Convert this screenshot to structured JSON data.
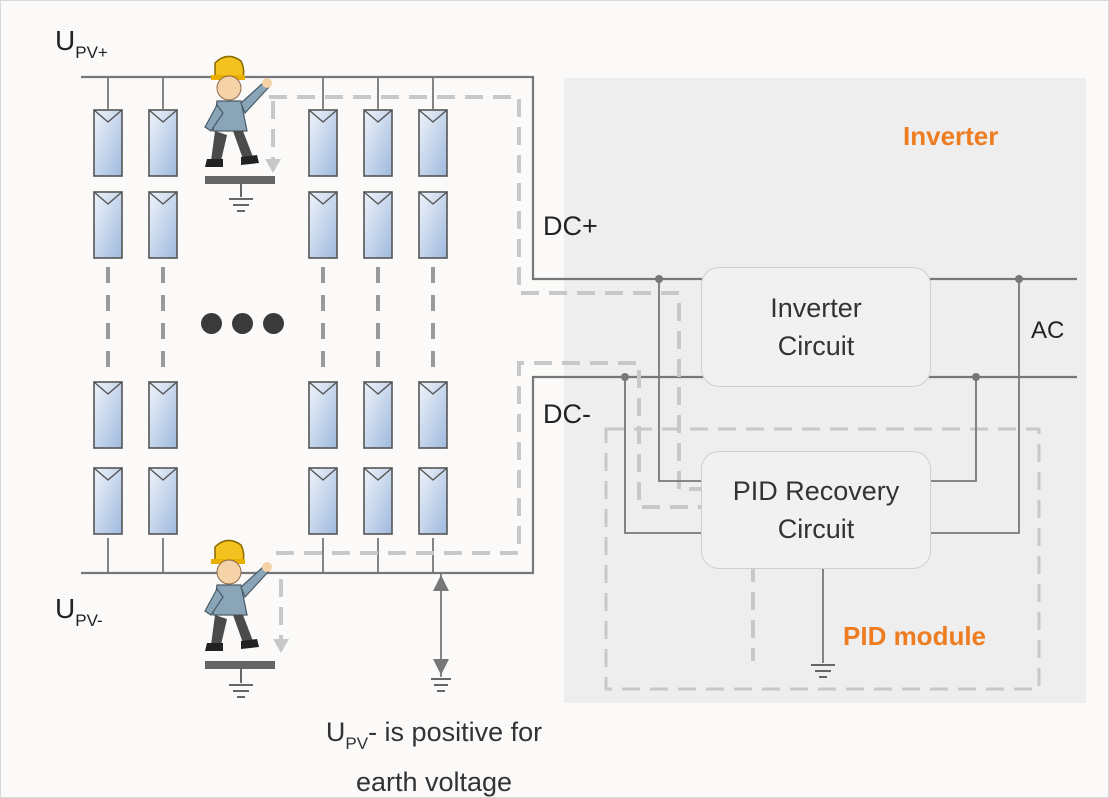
{
  "labels": {
    "upv_plus_main": "U",
    "upv_plus_sub": "PV+",
    "upv_minus_main": "U",
    "upv_minus_sub": "PV-",
    "dc_plus": "DC+",
    "dc_minus": "DC-",
    "ac": "AC",
    "inverter": "Inverter",
    "pid_module": "PID module"
  },
  "boxes": {
    "inverter_circuit_line1": "Inverter",
    "inverter_circuit_line2": "Circuit",
    "pid_recovery_line1": "PID Recovery",
    "pid_recovery_line2": "Circuit"
  },
  "note": {
    "main": "U",
    "sub": "PV",
    "rest": "- is positive for",
    "line2": "earth voltage"
  },
  "colors": {
    "orange_accent": "#ee7d22",
    "inverter_panel": "#eeeeee",
    "panel_fill": "#c9d9ee",
    "wire": "#777777",
    "dashed_path": "#c8c8c8"
  }
}
